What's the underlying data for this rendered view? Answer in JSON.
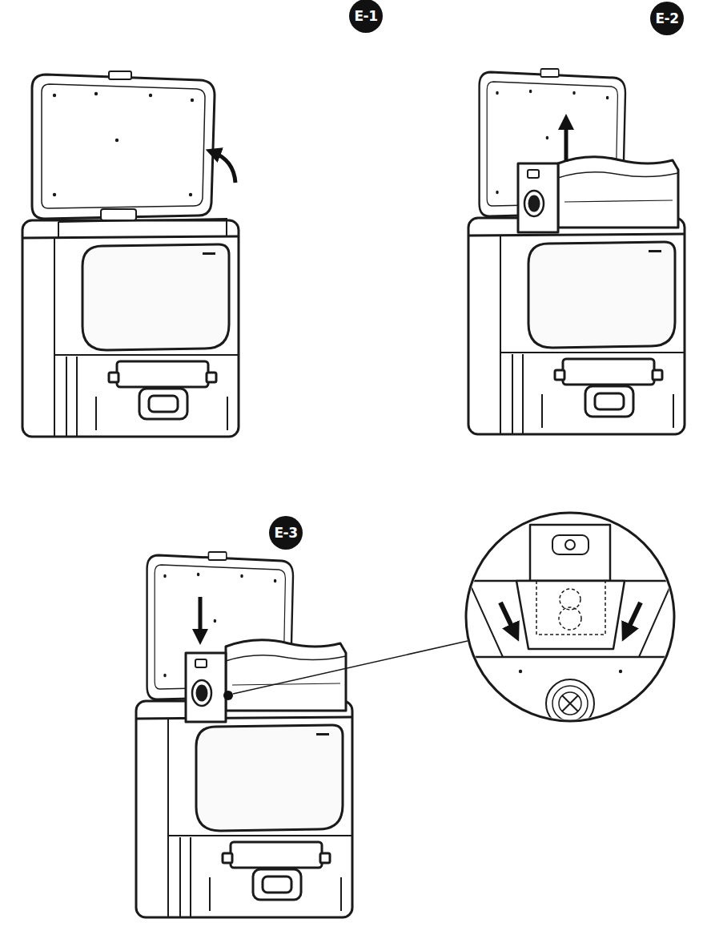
{
  "diagram": {
    "nodes": [
      {
        "text": [
          "E-1"
        ]
      },
      {
        "text": [
          "E-2"
        ]
      },
      {
        "text": [
          "E-3"
        ]
      }
    ]
  }
}
